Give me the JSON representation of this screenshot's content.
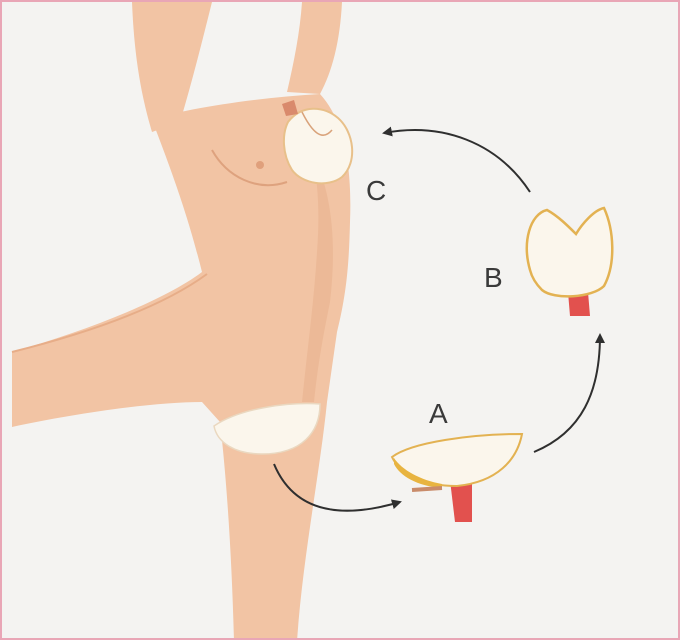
{
  "labels": {
    "a": "A",
    "b": "B",
    "c": "C"
  },
  "colors": {
    "skin": "#f2c4a4",
    "skin_shadow": "#e8b08c",
    "flap": "#fbf6ec",
    "flap_edge": "#e3b252",
    "pedicle": "#e2514e",
    "arrow": "#2f2f2f",
    "border": "#e9a6b6"
  }
}
